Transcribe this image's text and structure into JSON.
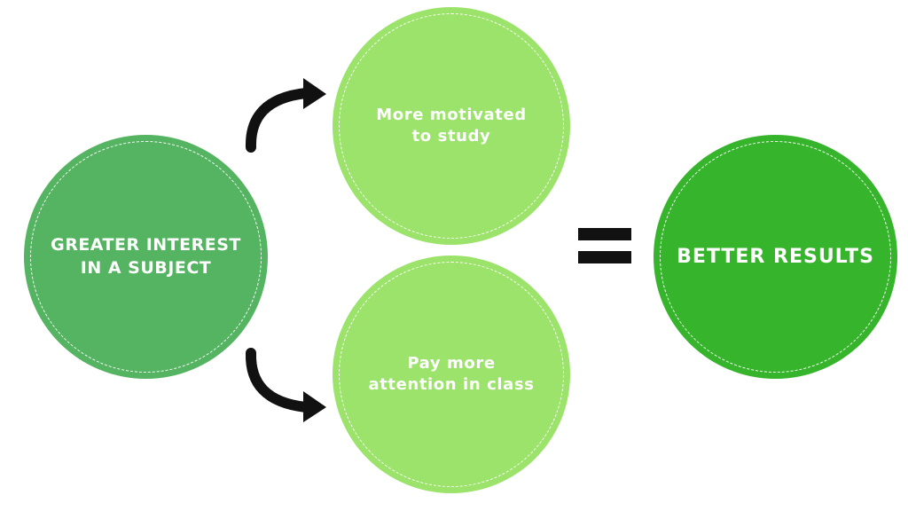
{
  "nodes": {
    "interest": {
      "label": "GREATER INTEREST\nIN A SUBJECT",
      "color": "#55b461"
    },
    "motivated": {
      "label": "More motivated\nto study",
      "color": "#9be36a"
    },
    "attention": {
      "label": "Pay more\nattention in class",
      "color": "#9be36a"
    },
    "results": {
      "label": "BETTER RESULTS",
      "color": "#36b52c"
    }
  },
  "connectors": {
    "arrow_color": "#111111",
    "equals_color": "#111111"
  }
}
